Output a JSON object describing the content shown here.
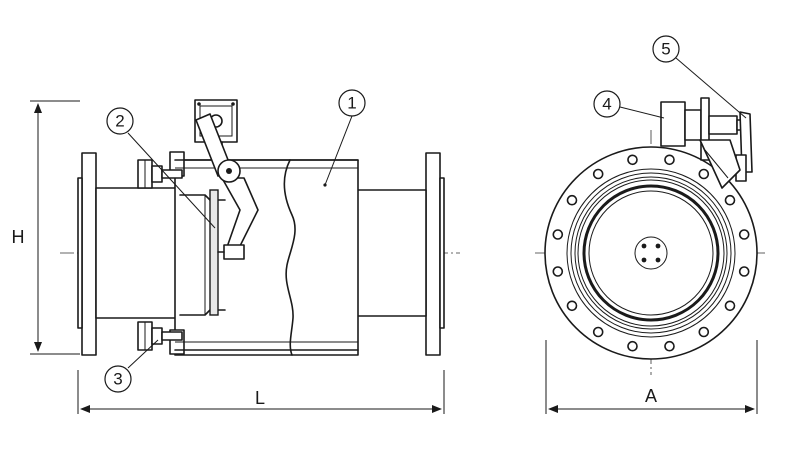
{
  "dimensions": {
    "height_label": "H",
    "length_label": "L",
    "diameter_label": "A"
  },
  "callouts": [
    {
      "number": "1"
    },
    {
      "number": "2"
    },
    {
      "number": "3"
    },
    {
      "number": "4"
    },
    {
      "number": "5"
    }
  ],
  "colors": {
    "line": "#1a1a1a",
    "background": "#ffffff"
  }
}
